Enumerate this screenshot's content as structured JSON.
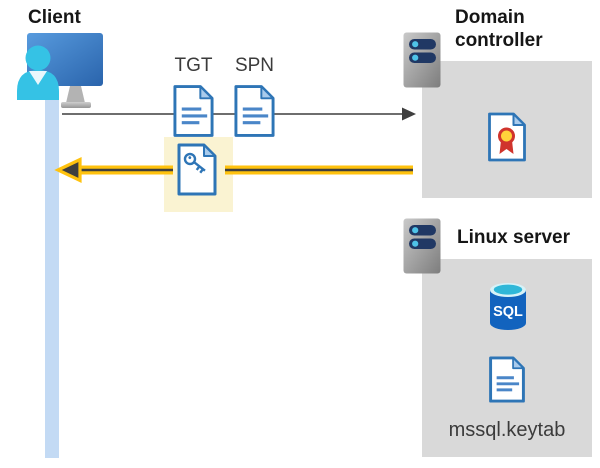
{
  "client": {
    "label": "Client",
    "icon": "user-workstation-icon",
    "timeline": "client-timeline-bar"
  },
  "request_flow": {
    "tgt_label": "TGT",
    "spn_label": "SPN",
    "tgt_icon": "ticket-document-icon",
    "spn_icon": "ticket-document-icon",
    "arrow": "gray-right-arrow",
    "direction": "client-to-domain-controller"
  },
  "response_flow": {
    "icon": "key-document-icon",
    "arrow": "yellow-left-arrow",
    "direction": "domain-controller-to-client",
    "highlighted": true
  },
  "domain_controller": {
    "label": "Domain controller",
    "server_icon": "server-icon",
    "certificate_icon": "certificate-document-icon"
  },
  "linux_server": {
    "label": "Linux server",
    "server_icon": "server-icon",
    "database_icon": "sql-database-icon",
    "database_badge": "SQL",
    "keytab_icon": "keytab-document-icon",
    "keytab_label": "mssql.keytab"
  },
  "colors": {
    "accent_yellow": "#FFC20E",
    "highlight_background": "#FAF3D2",
    "panel_gray": "#D9D9D9",
    "arrow_gray": "#595959",
    "arrow_dark": "#3F3F3F",
    "document_blue": "#2E75B6",
    "monitor_blue": "#3578C8",
    "person_cyan": "#35C2E5",
    "timeline_blue": "#C3DAF4",
    "server_slot_navy": "#203864",
    "server_dot_cyan": "#4FC3E8",
    "sql_body_blue": "#1263BE",
    "sql_top_cyan": "#2FB7D8",
    "certificate_red": "#D0342C",
    "certificate_gold": "#FFD23B"
  }
}
